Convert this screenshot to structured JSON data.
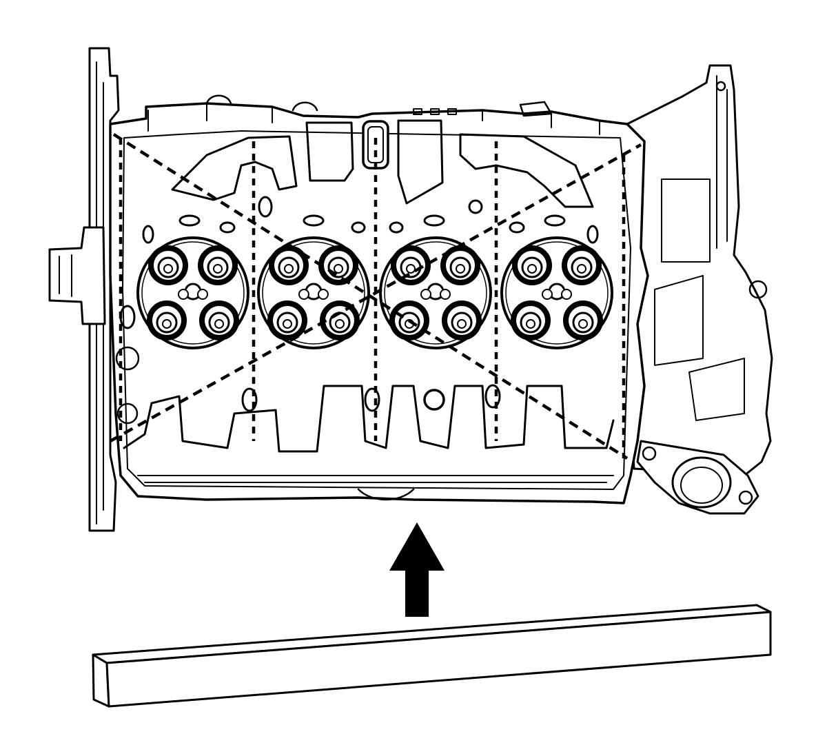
{
  "figure": {
    "subject": "cylinder-head-gasket-surface",
    "colors": {
      "ink": "#000000",
      "paper": "#ffffff"
    },
    "cylinders": 4,
    "check_lines": {
      "vertical": 5,
      "diagonal": 2
    },
    "icons": [
      "cylinder-head",
      "combustion-chamber",
      "check-line",
      "direction-arrow",
      "straight-edge"
    ]
  }
}
